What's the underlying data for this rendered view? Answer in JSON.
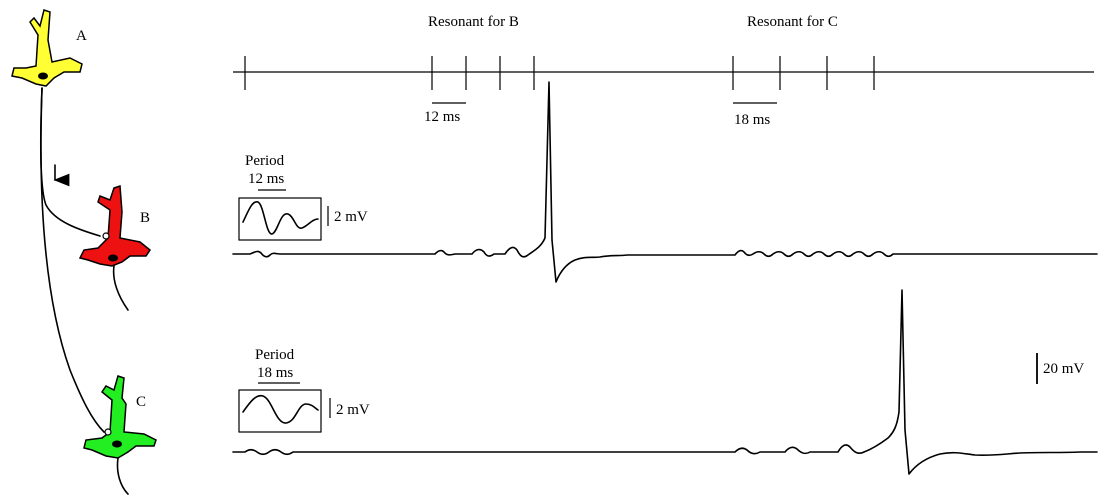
{
  "neurons": {
    "a": {
      "label": "A",
      "color": "#ffff33"
    },
    "b": {
      "label": "B",
      "color": "#ee1111"
    },
    "c": {
      "label": "C",
      "color": "#22ee22"
    }
  },
  "spike_train": {
    "resonant_b_label": "Resonant for B",
    "resonant_c_label": "Resonant for C",
    "scale_b_label": "12 ms",
    "scale_c_label": "18 ms"
  },
  "trace_b": {
    "period_label": "Period",
    "period_value": "12 ms",
    "amplitude_label": "2 mV"
  },
  "trace_c": {
    "period_label": "Period",
    "period_value": "18 ms",
    "amplitude_label": "2 mV"
  },
  "scale_bar": {
    "label": "20 mV"
  }
}
